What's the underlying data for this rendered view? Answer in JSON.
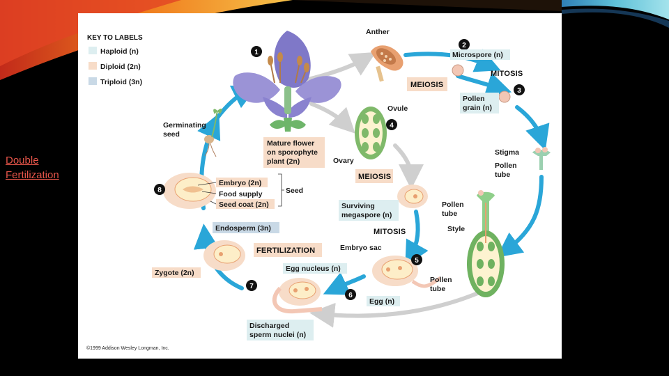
{
  "slide": {
    "side_link_line1": "Double",
    "side_link_line2": "Fertilization"
  },
  "key": {
    "title": "KEY TO LABELS",
    "haploid": "Haploid (n)",
    "diploid": "Diploid (2n)",
    "triploid": "Triploid (3n)",
    "colors": {
      "haploid": "#ddeef0",
      "diploid": "#f7dcc8",
      "triploid": "#c9d9e6"
    }
  },
  "labels": {
    "anther": "Anther",
    "microspore": "Microspore (n)",
    "mitosis_top": "MITOSIS",
    "meiosis_top": "MEIOSIS",
    "pollen_grain_1": "Pollen",
    "pollen_grain_2": "grain (n)",
    "ovule": "Ovule",
    "ovary": "Ovary",
    "meiosis_mid": "MEIOSIS",
    "stigma": "Stigma",
    "pollen_tube_a1": "Pollen",
    "pollen_tube_a2": "tube",
    "pollen_tube_b1": "Pollen",
    "pollen_tube_b2": "tube",
    "style": "Style",
    "germinating_1": "Germinating",
    "germinating_2": "seed",
    "mature_1": "Mature flower",
    "mature_2": "on sporophyte",
    "mature_3": "plant (2n)",
    "embryo": "Embryo (2n)",
    "food_supply": "Food supply",
    "seed_coat": "Seed coat (2n)",
    "seed": "Seed",
    "surviving_1": "Surviving",
    "surviving_2": "megaspore (n)",
    "mitosis_mid": "MITOSIS",
    "embryo_sac": "Embryo sac",
    "endosperm": "Endosperm (3n)",
    "fertilization": "FERTILIZATION",
    "zygote": "Zygote (2n)",
    "egg_nucleus": "Egg nucleus (n)",
    "pollen_tube_c1": "Pollen",
    "pollen_tube_c2": "tube",
    "egg": "Egg (n)",
    "discharged_1": "Discharged",
    "discharged_2": "sperm nuclei (n)",
    "copyright": "©1999 Addison Wesley Longman, Inc."
  },
  "steps": [
    "1",
    "2",
    "3",
    "4",
    "5",
    "6",
    "7",
    "8"
  ]
}
